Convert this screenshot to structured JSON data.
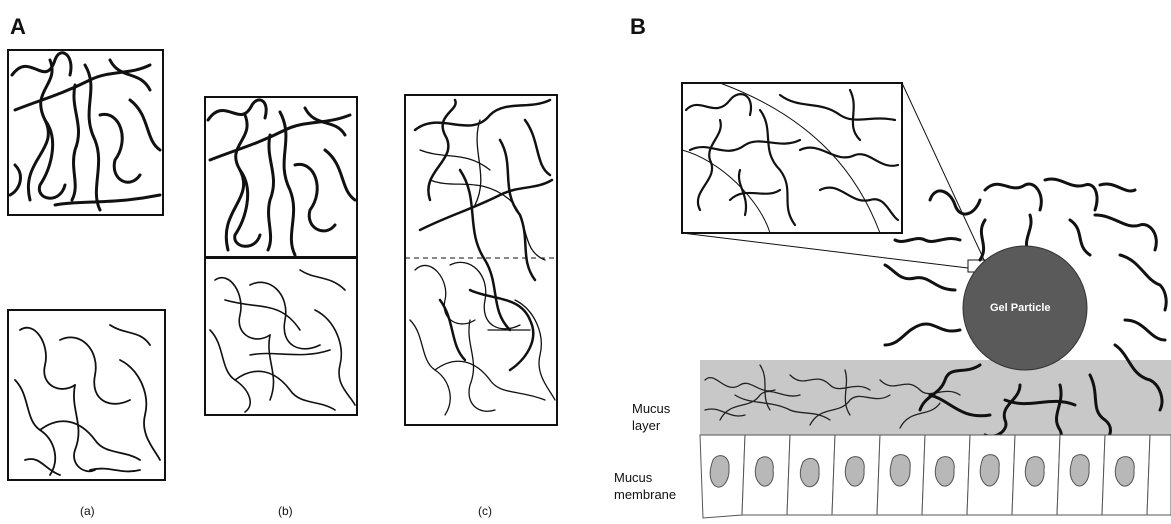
{
  "panel_a": {
    "letter": "A",
    "sub_labels": {
      "a": "(a)",
      "b": "(b)",
      "c": "(c)"
    }
  },
  "panel_b": {
    "letter": "B",
    "particle_label": "Gel Particle",
    "mucus_layer_label": [
      "Mucus",
      "layer"
    ],
    "mucus_membrane_label": [
      "Mucus",
      "membrane"
    ]
  },
  "colors": {
    "ink": "#111111",
    "particle": "#5a5a5a",
    "mucus_band": "#c8c8c8",
    "nucleus": "#b8b8b8"
  }
}
